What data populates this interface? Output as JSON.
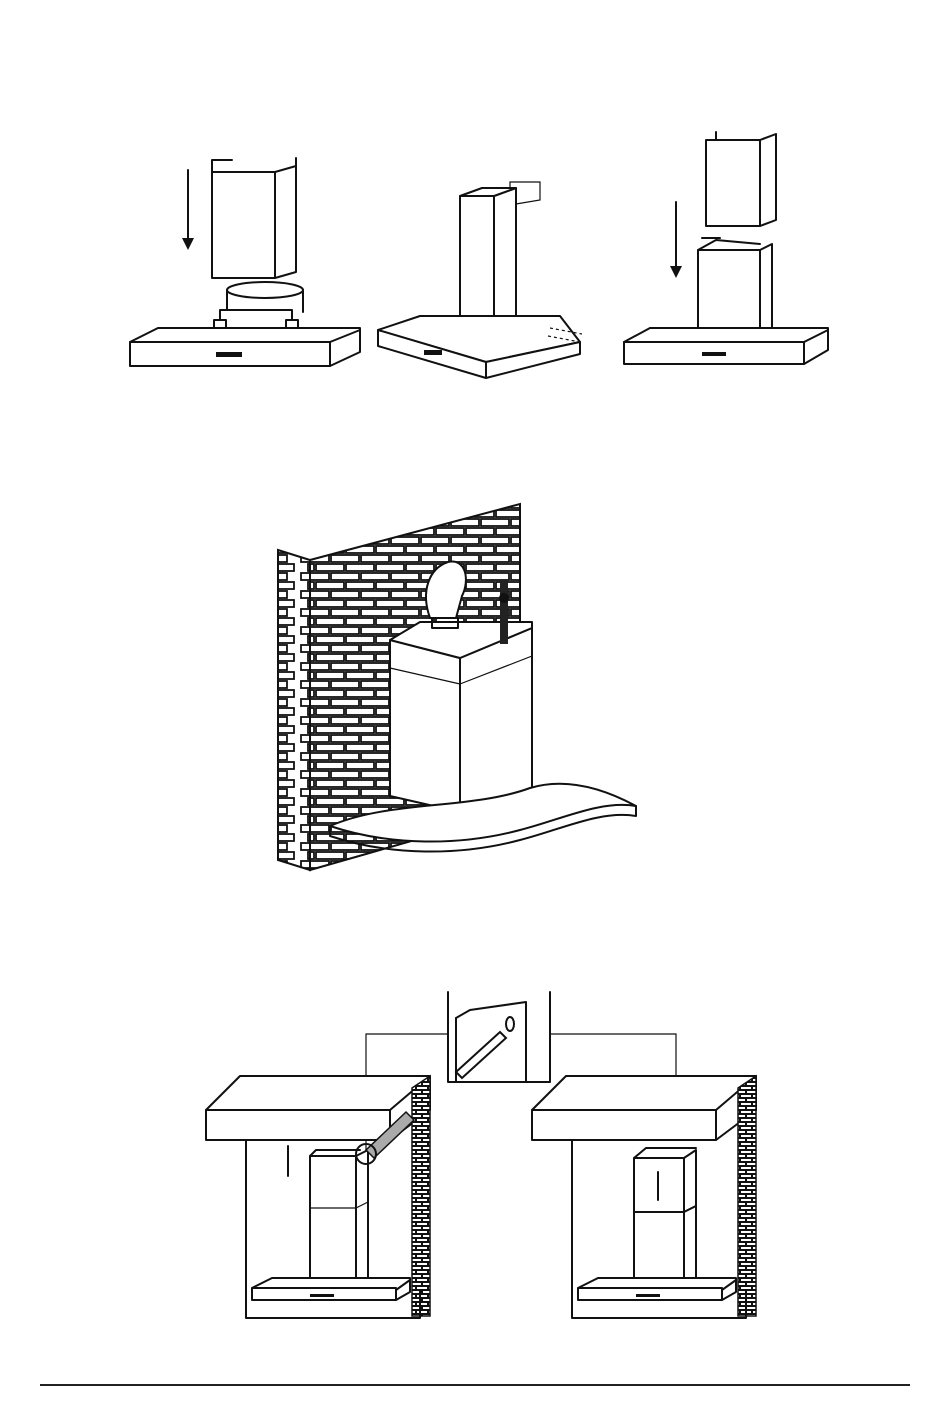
{
  "page": {
    "type": "installation-manual-illustrations",
    "figures": [
      {
        "id": "fig-chimney-steps",
        "illustration": "lower-chimney-placement-steps"
      },
      {
        "id": "fig-brick-wall-install",
        "illustration": "hood-mounted-on-brick-wall"
      },
      {
        "id": "fig-upper-chimney-fix",
        "illustration": "upper-chimney-bracket-fixing"
      }
    ],
    "icons": [
      "down-arrow-icon",
      "screw-icon",
      "brick-pattern-icon"
    ]
  }
}
